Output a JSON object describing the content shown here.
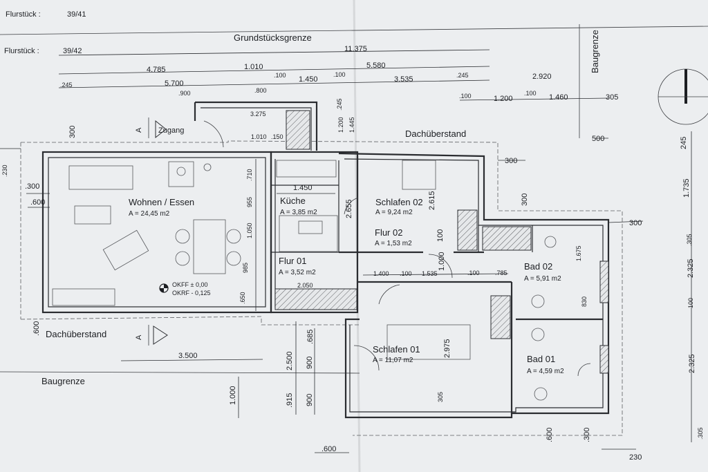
{
  "header": {
    "parcel_label_1": "Flurstück :",
    "parcel_value_1": "39/41",
    "parcel_label_2": "Flurstück :",
    "parcel_value_2": "39/42",
    "property_line": "Grundstücksgrenze",
    "building_line_right": "Baugrenze",
    "building_line_bottom": "Baugrenze",
    "roof_overhang_top": "Dachüberstand",
    "roof_overhang_bottom": "Dachüberstand",
    "entrance": "Zugang",
    "section_marker_top": "A",
    "section_marker_bottom": "A"
  },
  "rooms": [
    {
      "name": "Wohnen / Essen",
      "area": "A = 24,45 m2"
    },
    {
      "name": "Küche",
      "area": "A = 3,85 m2"
    },
    {
      "name": "Schlafen 02",
      "area": "A = 9,24 m2"
    },
    {
      "name": "Flur 02",
      "area": "A = 1,53 m2"
    },
    {
      "name": "Flur 01",
      "area": "A = 3,52 m2"
    },
    {
      "name": "Bad 02",
      "area": "A = 5,91 m2"
    },
    {
      "name": "Schlafen 01",
      "area": "A = 11,07 m2"
    },
    {
      "name": "Bad 01",
      "area": "A = 4,59 m2"
    }
  ],
  "levels": {
    "okff": "OKFF  ± 0,00",
    "okrf": "OKRF  - 0,125"
  },
  "dimensions": {
    "total": "11.375",
    "top_a": "4.785",
    "top_b": "1.010",
    "top_c": "5.580",
    "top_d": "5.700",
    "top_e": ".100",
    "top_f": "1.450",
    "top_g": ".100",
    "top_h": "3.535",
    "top_i": ".245",
    "top_j": "2.920",
    "left_245": ".245",
    "d_900": ".900",
    "d_800": ".800",
    "d_3275": "3.275",
    "d_1010b": "1.010",
    "d_150": ".150",
    "d_1200v": "1.200",
    "d_1445": "1.445",
    "d_245v": ".245",
    "d_100r1": ".100",
    "d_1200r": "1.200",
    "d_100r2": ".100",
    "d_1460": "1.460",
    "d_305r": "305",
    "d_500": "500",
    "d_300a": "300",
    "d_300b": "300",
    "d_300c": "300",
    "d_300d": ".300",
    "d_600a": ".600",
    "d_230a": ".230",
    "d_1450k": "1.450",
    "d_2655": "2.655",
    "d_2615": "2.615",
    "d_710": ".710",
    "d_955": "955",
    "d_1050": "1.050",
    "d_985": "985",
    "d_650": ".650",
    "d_2050": "2.050",
    "d_1400": "1.400",
    "d_100f": ".100",
    "d_1535": "1.535",
    "d_100f2": ".100",
    "d_785": ".785",
    "d_1000": "1.000",
    "d_100v": "100",
    "d_1675": "1.675",
    "d_830": "830",
    "d_600b": ".600",
    "d_3500": "3.500",
    "d_685": ".685",
    "d_2500": "2.500",
    "d_900b": "900",
    "d_1000b": "1.000",
    "d_915": ".915",
    "d_900c": "900",
    "d_2975": "2.975",
    "d_305b": "305",
    "d_600c": ".600",
    "d_600d": ".600",
    "d_300e": ".300",
    "d_230b": "230",
    "r_245": "245",
    "r_1735": "1.735",
    "r_305": ".305",
    "r_2325a": "2.325",
    "r_100": "100",
    "r_2325b": "2.325",
    "r_305b": ".305"
  }
}
